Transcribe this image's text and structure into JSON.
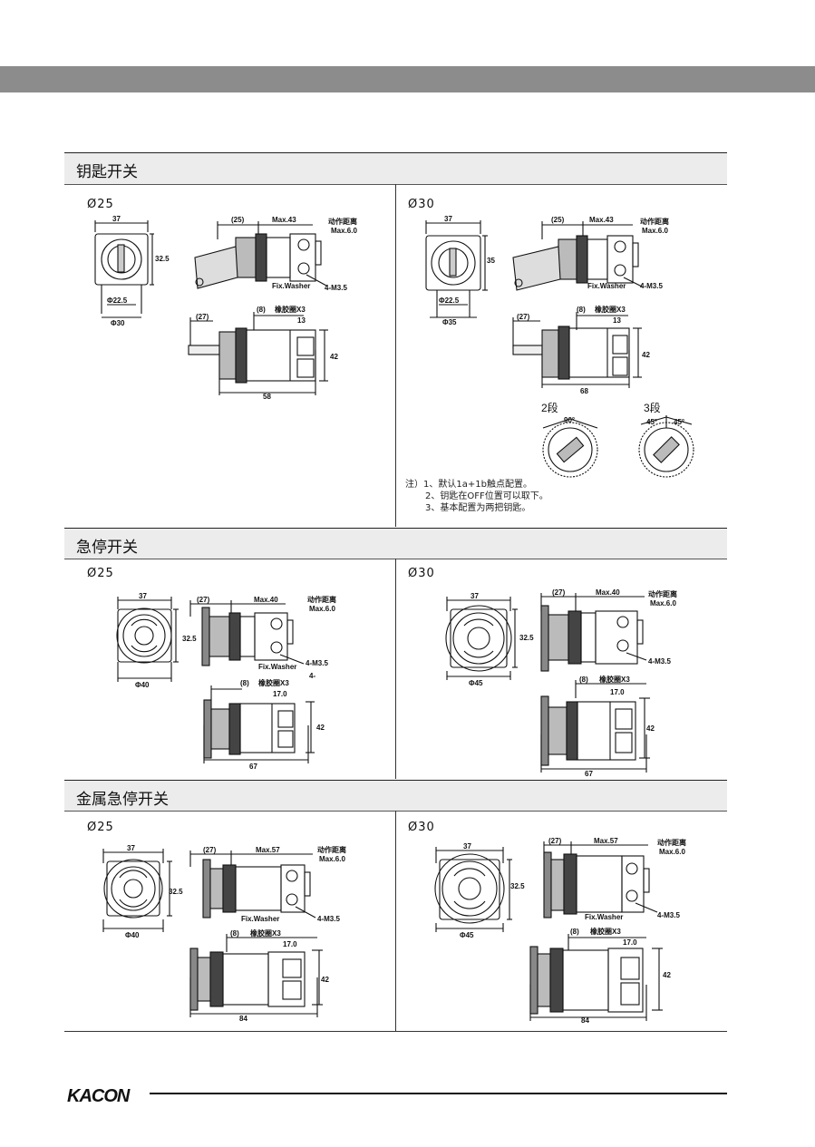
{
  "sections": [
    {
      "title": "钥匙开关"
    },
    {
      "title": "急停开关"
    },
    {
      "title": "金属急停开关"
    }
  ],
  "key": {
    "left": {
      "size": "Ø25",
      "front": {
        "w": "37",
        "h": "32.5",
        "d_small": "Φ22.5",
        "d_big": "Φ30"
      },
      "side": {
        "l25": "(25)",
        "max": "Max.43",
        "act1": "动作距离",
        "act2": "Max.6.0",
        "washer": "Fix.Washer",
        "screw": "4-M3.5"
      },
      "bottom": {
        "l27": "(27)",
        "l8": "(8)",
        "ring": "橡胶圈X3",
        "l13": "13",
        "h42": "42",
        "total": "58"
      }
    },
    "right": {
      "size": "Ø30",
      "front": {
        "w": "37",
        "h": "35",
        "d_small": "Φ22.5",
        "d_big": "Φ35"
      },
      "side": {
        "l25": "(25)",
        "max": "Max.43",
        "act1": "动作距离",
        "act2": "Max.6.0",
        "washer": "Fix.Washer",
        "screw": "4-M3.5"
      },
      "bottom": {
        "l27": "(27)",
        "l8": "(8)",
        "ring": "橡胶圈X3",
        "l13": "13",
        "h42": "42",
        "total": "68"
      },
      "pos2": {
        "label": "2段",
        "angle": "90°"
      },
      "pos3": {
        "label": "3段",
        "a1": "45°",
        "a2": "45°"
      }
    },
    "notes": [
      "注）1、默认1a+1b触点配置。",
      "2、钥匙在OFF位置可以取下。",
      "3、基本配置为两把钥匙。"
    ]
  },
  "estop": {
    "left": {
      "size": "Ø25",
      "front": {
        "w": "37",
        "h": "32.5",
        "d": "Φ40"
      },
      "side": {
        "l27": "(27)",
        "max": "Max.40",
        "act1": "动作距离",
        "act2": "Max.6.0",
        "washer": "Fix.Washer",
        "screw": "4-M3.5",
        "extra": "4-"
      },
      "bottom": {
        "l8": "(8)",
        "ring": "橡胶圈X3",
        "l17": "17.0",
        "h42": "42",
        "total": "67"
      }
    },
    "right": {
      "size": "Ø30",
      "front": {
        "w": "37",
        "h": "32.5",
        "d": "Φ45"
      },
      "side": {
        "l27": "(27)",
        "max": "Max.40",
        "act1": "动作距离",
        "act2": "Max.6.0",
        "screw": "4-M3.5"
      },
      "bottom": {
        "l8": "(8)",
        "ring": "橡胶圈X3",
        "l17": "17.0",
        "h42": "42",
        "total": "67"
      }
    }
  },
  "metal": {
    "left": {
      "size": "Ø25",
      "front": {
        "w": "37",
        "h": "32.5",
        "d": "Φ40"
      },
      "side": {
        "l27": "(27)",
        "max": "Max.57",
        "act1": "动作距离",
        "act2": "Max.6.0",
        "washer": "Fix.Washer",
        "screw": "4-M3.5"
      },
      "bottom": {
        "l8": "(8)",
        "ring": "橡胶圈X3",
        "l17": "17.0",
        "h42": "42",
        "total": "84"
      }
    },
    "right": {
      "size": "Ø30",
      "front": {
        "w": "37",
        "h": "32.5",
        "d": "Φ45"
      },
      "side": {
        "l27": "(27)",
        "max": "Max.57",
        "act1": "动作距离",
        "act2": "Max.6.0",
        "washer": "Fix.Washer",
        "screw": "4-M3.5"
      },
      "bottom": {
        "l8": "(8)",
        "ring": "橡胶圈X3",
        "l17": "17.0",
        "h42": "42",
        "total": "84"
      }
    }
  },
  "footer": {
    "logo": "KACON"
  }
}
